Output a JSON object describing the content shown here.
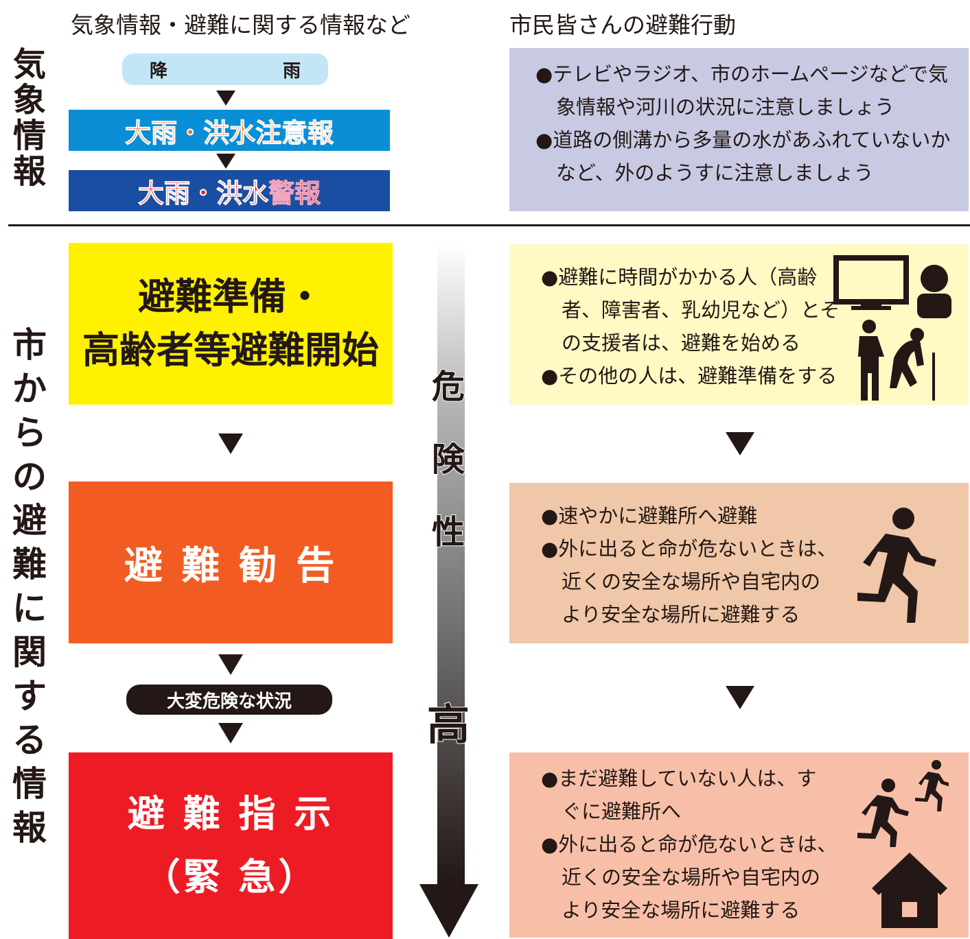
{
  "header": {
    "left": "気象情報・避難に関する情報など",
    "right": "市民皆さんの避難行動"
  },
  "side_labels": {
    "weather": [
      "気",
      "象",
      "情",
      "報"
    ],
    "city": [
      "市",
      "か",
      "ら",
      "の",
      "避",
      "難",
      "に",
      "関",
      "す",
      "る",
      "情",
      "報"
    ]
  },
  "weather_steps": {
    "rain_left": "降",
    "rain_right": "雨",
    "advisory": "大雨・洪水注意報",
    "warning_prefix": "大雨・洪水",
    "warning_suffix": "警報"
  },
  "city_steps": {
    "step1_line1": "避難準備・",
    "step1_line2": "高齢者等避難開始",
    "step2": "避 難 勧 告",
    "intermediate": "大変危険な状況",
    "step3_line1": "避 難 指 示",
    "step3_line2": "（緊 急）"
  },
  "danger_scale": {
    "label": [
      "危",
      "険",
      "性"
    ],
    "high": "高"
  },
  "actions": {
    "weather": {
      "b1_l1": "●テレビやラジオ、市のホームページなどで気",
      "b1_l2": "象情報や河川の状況に注意しましょう",
      "b2_l1": "●道路の側溝から多量の水があふれていないか",
      "b2_l2": "など、外のようすに注意しましょう"
    },
    "prep": {
      "b1_l1": "●避難に時間がかかる人（高齢",
      "b1_l2": "者、障害者、乳幼児など）とそ",
      "b1_l3": "の支援者は、避難を始める",
      "b2_l1": "●その他の人は、避難準備をする"
    },
    "advisory": {
      "b1_l1": "●速やかに避難所へ避難",
      "b2_l1": "●外に出ると命が危ないときは、",
      "b2_l2": "近くの安全な場所や自宅内の",
      "b2_l3": "より安全な場所に避難する"
    },
    "order": {
      "b1_l1": "●まだ避難していない人は、す",
      "b1_l2": "ぐに避難所へ",
      "b2_l1": "●外に出ると命が危ないときは、",
      "b2_l2": "近くの安全な場所や自宅内の",
      "b2_l3": "より安全な場所に避難する"
    }
  },
  "colors": {
    "rain_box": "#c3e6f6",
    "advisory_box": "#0a8fd6",
    "advisory_text": "#f26f21",
    "warning_box": "#1a4ea2",
    "warning_text": "#e8212f",
    "warning_text_alt": "#f2a7c0",
    "step1_box": "#fff100",
    "step2_box": "#f25c22",
    "step3_box": "#ed1c24",
    "weather_action": "#c8c9e3",
    "prep_action": "#fff9c4",
    "advisory_action": "#f0c7a8",
    "order_action": "#f8bfa8",
    "ink": "#231815"
  },
  "icons": [
    "tv-icon",
    "person-bust-icon",
    "helper-and-elderly-icon",
    "running-person-icon",
    "running-people-icon",
    "house-icon"
  ]
}
